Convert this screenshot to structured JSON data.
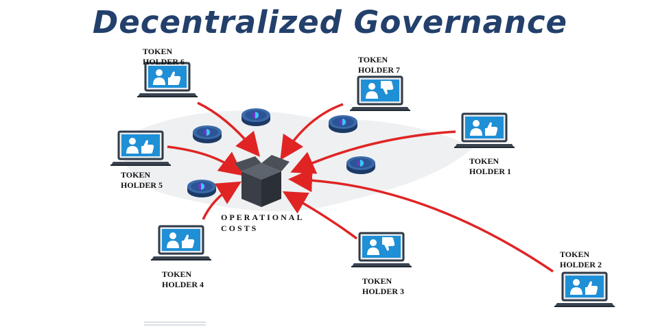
{
  "title": "Decentralized Governance",
  "center": {
    "label_line1": "OPERATIONAL",
    "label_line2": "COSTS",
    "icon": "box-icon"
  },
  "holders": [
    {
      "id": "6",
      "line1": "TOKEN",
      "line2": "HOLDER 6",
      "vote": "thumbs-up-icon"
    },
    {
      "id": "7",
      "line1": "TOKEN",
      "line2": "HOLDER 7",
      "vote": "thumbs-down-icon"
    },
    {
      "id": "1",
      "line1": "TOKEN",
      "line2": "HOLDER 1",
      "vote": "thumbs-up-icon"
    },
    {
      "id": "5",
      "line1": "TOKEN",
      "line2": "HOLDER 5",
      "vote": "thumbs-up-icon"
    },
    {
      "id": "4",
      "line1": "TOKEN",
      "line2": "HOLDER 4",
      "vote": "thumbs-up-icon"
    },
    {
      "id": "3",
      "line1": "TOKEN",
      "line2": "HOLDER 3",
      "vote": "thumbs-down-icon"
    },
    {
      "id": "2",
      "line1": "TOKEN",
      "line2": "HOLDER 2",
      "vote": "thumbs-up-icon"
    }
  ],
  "colors": {
    "title": "#22406b",
    "arrow": "#e02424",
    "screen": "#1f8fd6",
    "coin": "#2b4f86",
    "box": "#3a3f47"
  }
}
